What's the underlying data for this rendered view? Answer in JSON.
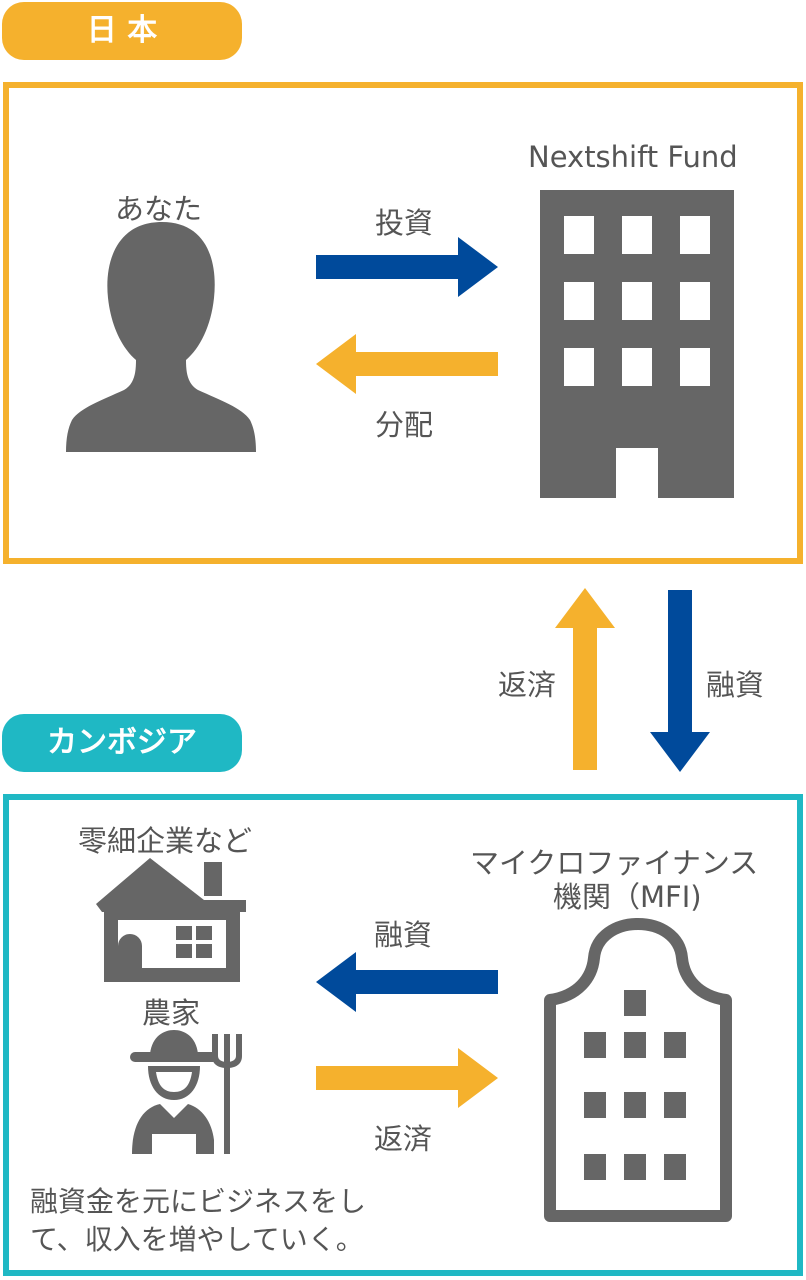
{
  "japan": {
    "label": "日 本",
    "you_label": "あなた",
    "fund_label": "Nextshift Fund",
    "invest_label": "投資",
    "dividend_label": "分配"
  },
  "between": {
    "repay_label": "返済",
    "finance_label": "融資"
  },
  "cambodia": {
    "label": "カンボジア",
    "small_business_label": "零細企業など",
    "farmer_label": "農家",
    "mfi_label_line1": "マイクロファイナンス",
    "mfi_label_line2": "機関（MFI)",
    "finance_label": "融資",
    "repay_label": "返済",
    "note_line1": "融資金を元にビジネスをし",
    "note_line2": "て、収入を増やしていく。"
  },
  "colors": {
    "yellow": "#F5B12D",
    "teal": "#1FB8C4",
    "blue": "#004A9B",
    "gray": "#666666"
  }
}
